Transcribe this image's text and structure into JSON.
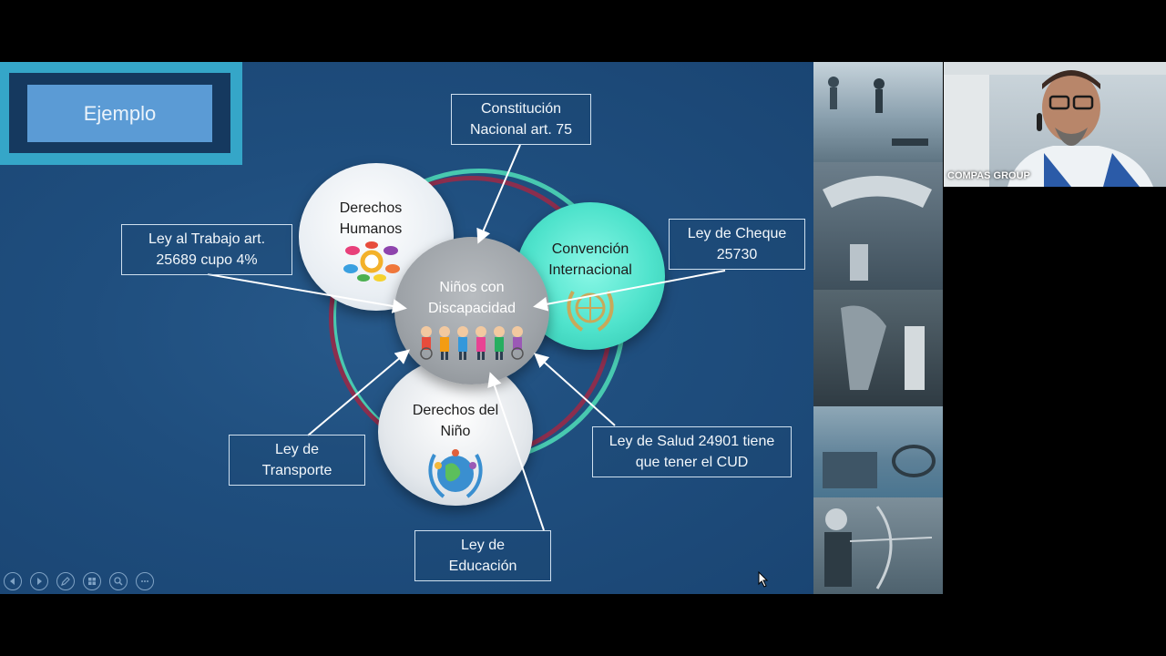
{
  "slide": {
    "title": "Ejemplo",
    "center_label": "Niños con Discapacidad",
    "circles": {
      "top_left": "Derechos Humanos",
      "right": "Convención Internacional",
      "bottom": "Derechos del Niño"
    },
    "boxes": {
      "constitucion": "Constitución Nacional art. 75",
      "trabajo": "Ley al Trabajo art. 25689 cupo 4%",
      "cheque": "Ley de Cheque 25730",
      "transporte": "Ley de Transporte",
      "salud": "Ley de Salud 24901 tiene que tener el CUD",
      "educacion": "Ley de Educación"
    },
    "colors": {
      "background": "#1f4e7e",
      "accent_frame": "#35a6c8",
      "title_box": "#5b9bd5",
      "ring_teal": "#48c9b0",
      "ring_maroon": "#8b2e4e",
      "convencion_circle": "#4fe3cc"
    }
  },
  "slide_controls": {
    "icons": [
      "previous-icon",
      "next-icon",
      "pen-icon",
      "slides-grid-icon",
      "zoom-icon",
      "more-icon"
    ]
  },
  "video_call": {
    "speaker_name": "COMPAS GROUP"
  }
}
